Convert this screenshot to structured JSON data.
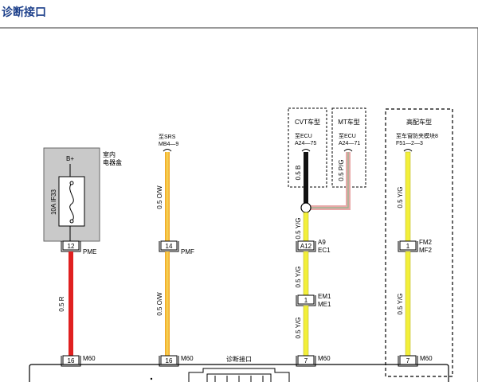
{
  "page_title": "诊断接口",
  "fuse_box": {
    "name_line1": "室内",
    "name_line2": "电器盒",
    "supply": "B+",
    "fuse_label": "10A  IF33",
    "pin": "12",
    "connector": "PME"
  },
  "wire_labels": {
    "pme_wire": "0.5 R",
    "srs_wire_top": "0.5 O/W",
    "srs_wire_bottom": "0.5 O/W",
    "cvt_wire": "0.5 B",
    "mt_wire": "0.5 P/G",
    "ec1_wire": "0.5 Y/G",
    "em1_wire": "0.5 Y/G",
    "m60_wire": "0.5 Y/G",
    "mf2_wire_top": "0.5 Y/G",
    "mf2_wire_bottom": "0.5 Y/G"
  },
  "srs": {
    "dest_line1": "至SRS",
    "dest_line2": "MB4—9",
    "pin": "14",
    "connector": "PMF"
  },
  "cvt": {
    "box_title": "CVT车型",
    "dest_line1": "至ECU",
    "dest_line2": "A24—75"
  },
  "mt": {
    "box_title": "MT车型",
    "dest_line1": "至ECU",
    "dest_line2": "A24—71"
  },
  "high": {
    "box_title": "高配车型",
    "dest_line1": "至车窗防夹模块8",
    "dest_line2": "F51—2—3"
  },
  "connectors": {
    "ec1": {
      "pin": "A12",
      "line1": "A9",
      "line2": "EC1"
    },
    "em1": {
      "pin": "1",
      "line1": "EM1",
      "line2": "ME1"
    },
    "mf2": {
      "pin": "1",
      "line1": "FM2",
      "line2": "MF2"
    }
  },
  "m60": {
    "label": "M60",
    "pin_a": "16",
    "pin_b": "16",
    "pin_c": "7",
    "pin_d": "7",
    "diag_label": "诊断接口"
  }
}
